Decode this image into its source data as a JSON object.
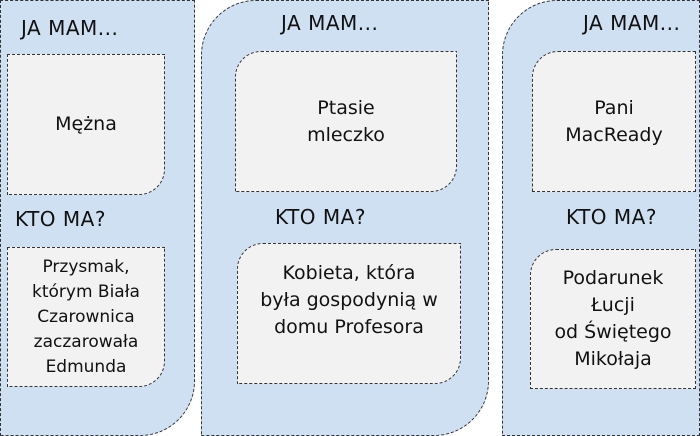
{
  "cards": [
    {
      "have_label": "JA MAM...",
      "have": "Mężna",
      "who_label": "KTO MA?",
      "who": "Przysmak,\nktórym Biała\nCzarownica\nzaczarowała\nEdmunda"
    },
    {
      "have_label": "JA MAM...",
      "have": "Ptasie\nmleczko",
      "who_label": "KTO MA?",
      "who": "Kobieta, która\nbyła gospodynią w\ndomu Profesora"
    },
    {
      "have_label": "JA MAM...",
      "have": "Pani\nMacReady",
      "who_label": "KTO MA?",
      "who": "Podarunek\nŁucji\nod Świętego\nMikołaja"
    }
  ],
  "colors": {
    "card": "#cfe0f2",
    "box": "#f2f2f2"
  }
}
